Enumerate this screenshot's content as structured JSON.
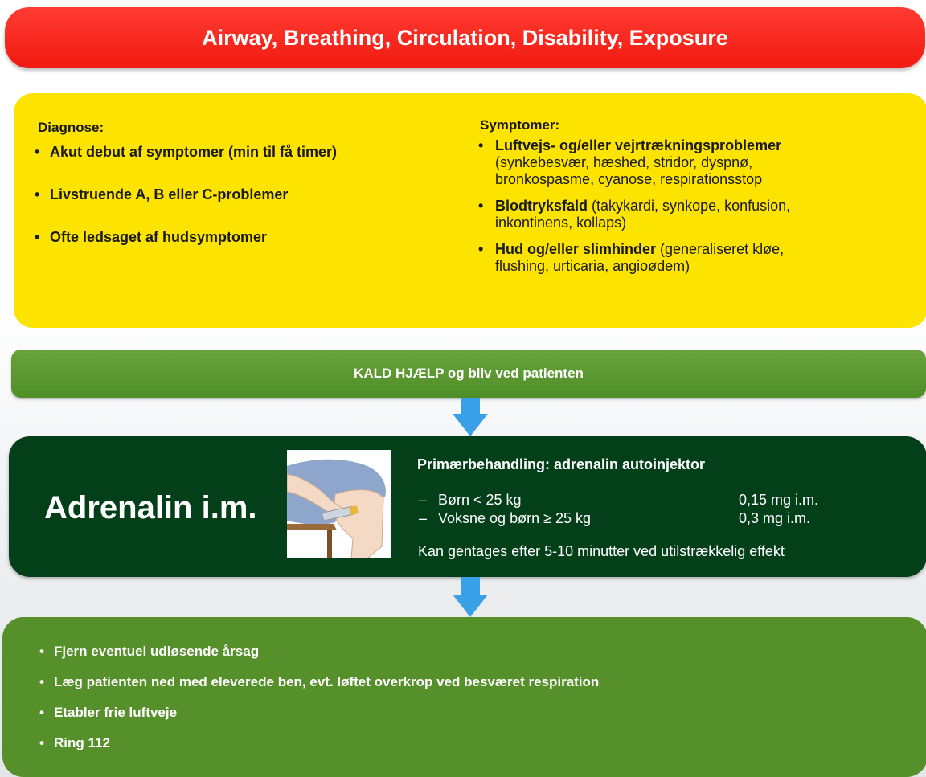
{
  "banner": {
    "title": "Airway, Breathing, Circulation, Disability, Exposure"
  },
  "diagnosis": {
    "heading": "Diagnose:",
    "items": [
      "Akut debut af symptomer (min til få timer)",
      "Livstruende A, B eller C-problemer",
      "Ofte ledsaget af hudsymptomer"
    ]
  },
  "symptoms": {
    "heading": "Symptomer:",
    "items": [
      {
        "bold": "Luftvejs- og/eller vejrtrækningsproblemer",
        "rest": "(synkebesvær, hæshed, stridor, dyspnø, bronkospasme, cyanose, respirationsstop",
        "line1_tail": "",
        "line2": "(synkebesvær, hæshed, stridor, dyspnø,",
        "line3": "bronkospasme, cyanose, respirationsstop"
      },
      {
        "bold": "Blodtryksfald",
        "line1_tail": " (takykardi, synkope, konfusion,",
        "line2": "inkontinens, kollaps)"
      },
      {
        "bold": "Hud og/eller slimhinder",
        "line1_tail": " (generaliseret kløe,",
        "line2": "flushing, urticaria, angioødem)"
      }
    ]
  },
  "call": {
    "label": "KALD HJÆLP og bliv ved patienten"
  },
  "adrenaline": {
    "title": "Adrenalin i.m.",
    "illustration": "autoinjector-thigh-illustration",
    "treatment_heading": "Primærbehandling: adrenalin autoinjektor",
    "doses": [
      {
        "dash": "–",
        "group": "Børn < 25 kg",
        "dose": "0,15 mg i.m."
      },
      {
        "dash": "–",
        "group": "Voksne og børn ≥ 25 kg",
        "dose": "0,3 mg i.m."
      }
    ],
    "repeat": "Kan gentages efter 5-10 minutter ved utilstrækkelig effekt"
  },
  "actions": {
    "items": [
      "Fjern eventuel udløsende årsag",
      "Læg patienten ned med eleverede ben, evt. løftet overkrop ved besværet respiration",
      "Etabler frie luftveje",
      "Ring 112"
    ]
  },
  "colors": {
    "banner": "#f01a10",
    "yellow": "#fce300",
    "green": "#56902a",
    "dark_green": "#034019",
    "arrow": "#3aa0e8"
  },
  "bullet": "•"
}
